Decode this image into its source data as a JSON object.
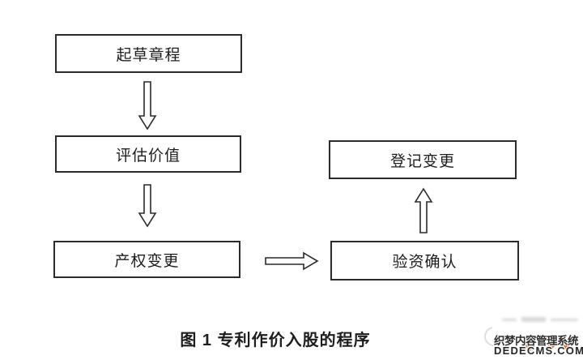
{
  "figure": {
    "caption": "图 1 专利作价入股的程序",
    "nodes": [
      {
        "id": "draft",
        "label": "起草章程"
      },
      {
        "id": "evaluate",
        "label": "评估价值"
      },
      {
        "id": "property",
        "label": "产权变更"
      },
      {
        "id": "verify",
        "label": "验资确认"
      },
      {
        "id": "register",
        "label": "登记变更"
      }
    ],
    "arrows": [
      {
        "from": "起草章程",
        "to": "评估价值",
        "direction": "down"
      },
      {
        "from": "评估价值",
        "to": "产权变更",
        "direction": "down"
      },
      {
        "from": "产权变更",
        "to": "验资确认",
        "direction": "right"
      },
      {
        "from": "验资确认",
        "to": "登记变更",
        "direction": "up"
      }
    ]
  },
  "watermark": {
    "line1": "织梦内容管理系统",
    "line2": "DEDECMS.COM",
    "accent_color": "#f26522"
  },
  "colors": {
    "background": "#ffffff",
    "box_border": "#2b2b2b",
    "text": "#1d1d1d"
  }
}
